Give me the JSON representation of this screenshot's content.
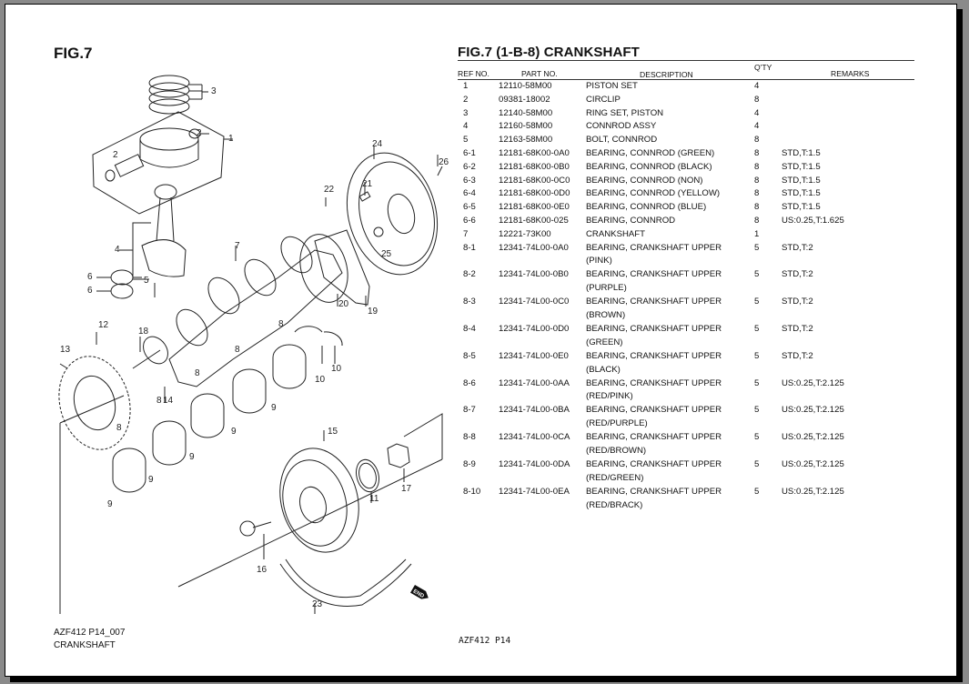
{
  "left_panel": {
    "title": "FIG.7",
    "footer_code": "AZF412 P14_007",
    "footer_name": "CRANKSHAFT",
    "callouts": [
      "1",
      "2",
      "2",
      "3",
      "4",
      "5",
      "6",
      "6",
      "7",
      "8",
      "8",
      "8",
      "8",
      "8",
      "9",
      "9",
      "9",
      "9",
      "9",
      "10",
      "10",
      "11",
      "12",
      "13",
      "14",
      "15",
      "16",
      "17",
      "18",
      "19",
      "20",
      "21",
      "22",
      "23",
      "24",
      "25",
      "26"
    ],
    "end_mark": "END"
  },
  "right_panel": {
    "title": "FIG.7 (1-B-8) CRANKSHAFT",
    "footer_code": "AZF412  P14",
    "columns": {
      "ref": "REF NO.",
      "part": "PART NO.",
      "desc": "DESCRIPTION",
      "qty": "Q'TY",
      "remarks": "REMARKS"
    },
    "rows": [
      {
        "ref": "1",
        "part": "12110-58M00",
        "desc": "PISTON SET",
        "desc2": "",
        "qty": "4",
        "remarks": ""
      },
      {
        "ref": "2",
        "part": "09381-18002",
        "desc": "CIRCLIP",
        "desc2": "",
        "qty": "8",
        "remarks": ""
      },
      {
        "ref": "3",
        "part": "12140-58M00",
        "desc": "RING SET, PISTON",
        "desc2": "",
        "qty": "4",
        "remarks": ""
      },
      {
        "ref": "4",
        "part": "12160-58M00",
        "desc": "CONNROD ASSY",
        "desc2": "",
        "qty": "4",
        "remarks": ""
      },
      {
        "ref": "5",
        "part": "12163-58M00",
        "desc": "BOLT, CONNROD",
        "desc2": "",
        "qty": "8",
        "remarks": ""
      },
      {
        "ref": "6-1",
        "part": "12181-68K00-0A0",
        "desc": "BEARING, CONNROD (GREEN)",
        "desc2": "",
        "qty": "8",
        "remarks": "STD,T:1.5"
      },
      {
        "ref": "6-2",
        "part": "12181-68K00-0B0",
        "desc": "BEARING, CONNROD (BLACK)",
        "desc2": "",
        "qty": "8",
        "remarks": "STD,T:1.5"
      },
      {
        "ref": "6-3",
        "part": "12181-68K00-0C0",
        "desc": "BEARING, CONNROD (NON)",
        "desc2": "",
        "qty": "8",
        "remarks": "STD,T:1.5"
      },
      {
        "ref": "6-4",
        "part": "12181-68K00-0D0",
        "desc": "BEARING, CONNROD (YELLOW)",
        "desc2": "",
        "qty": "8",
        "remarks": "STD,T:1.5"
      },
      {
        "ref": "6-5",
        "part": "12181-68K00-0E0",
        "desc": "BEARING, CONNROD (BLUE)",
        "desc2": "",
        "qty": "8",
        "remarks": "STD,T:1.5"
      },
      {
        "ref": "6-6",
        "part": "12181-68K00-025",
        "desc": "BEARING, CONNROD",
        "desc2": "",
        "qty": "8",
        "remarks": "US:0.25,T:1.625"
      },
      {
        "ref": "7",
        "part": "12221-73K00",
        "desc": "CRANKSHAFT",
        "desc2": "",
        "qty": "1",
        "remarks": ""
      },
      {
        "ref": "8-1",
        "part": "12341-74L00-0A0",
        "desc": "BEARING, CRANKSHAFT UPPER",
        "desc2": "(PINK)",
        "qty": "5",
        "remarks": "STD,T:2"
      },
      {
        "ref": "8-2",
        "part": "12341-74L00-0B0",
        "desc": "BEARING, CRANKSHAFT UPPER",
        "desc2": "(PURPLE)",
        "qty": "5",
        "remarks": "STD,T:2"
      },
      {
        "ref": "8-3",
        "part": "12341-74L00-0C0",
        "desc": "BEARING, CRANKSHAFT UPPER",
        "desc2": "(BROWN)",
        "qty": "5",
        "remarks": "STD,T:2"
      },
      {
        "ref": "8-4",
        "part": "12341-74L00-0D0",
        "desc": "BEARING, CRANKSHAFT UPPER",
        "desc2": "(GREEN)",
        "qty": "5",
        "remarks": "STD,T:2"
      },
      {
        "ref": "8-5",
        "part": "12341-74L00-0E0",
        "desc": "BEARING, CRANKSHAFT UPPER",
        "desc2": "(BLACK)",
        "qty": "5",
        "remarks": "STD,T:2"
      },
      {
        "ref": "8-6",
        "part": "12341-74L00-0AA",
        "desc": "BEARING, CRANKSHAFT UPPER",
        "desc2": "(RED/PINK)",
        "qty": "5",
        "remarks": "US:0.25,T:2.125"
      },
      {
        "ref": "8-7",
        "part": "12341-74L00-0BA",
        "desc": "BEARING, CRANKSHAFT UPPER",
        "desc2": "(RED/PURPLE)",
        "qty": "5",
        "remarks": "US:0.25,T:2.125"
      },
      {
        "ref": "8-8",
        "part": "12341-74L00-0CA",
        "desc": "BEARING, CRANKSHAFT UPPER",
        "desc2": "(RED/BROWN)",
        "qty": "5",
        "remarks": "US:0.25,T:2.125"
      },
      {
        "ref": "8-9",
        "part": "12341-74L00-0DA",
        "desc": "BEARING, CRANKSHAFT UPPER",
        "desc2": "(RED/GREEN)",
        "qty": "5",
        "remarks": "US:0.25,T:2.125"
      },
      {
        "ref": "8-10",
        "part": "12341-74L00-0EA",
        "desc": "BEARING, CRANKSHAFT UPPER",
        "desc2": "(RED/BRACK)",
        "qty": "5",
        "remarks": "US:0.25,T:2.125"
      }
    ]
  }
}
